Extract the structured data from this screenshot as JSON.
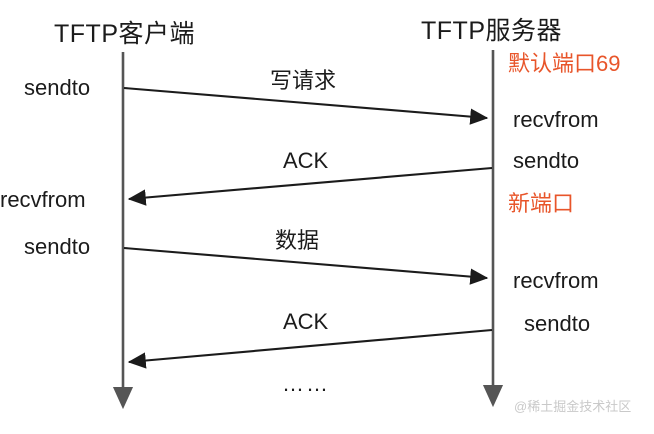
{
  "diagram": {
    "title_client": "TFTP客户端",
    "title_server": "TFTP服务器",
    "accent_color": "#e8552a",
    "line_color": "#4a4a4a",
    "arrow_color": "#1b1b1b",
    "text_color": "#1b1b1b",
    "watermark": "@稀土掘金技术社区",
    "ellipsis": "……"
  },
  "client": {
    "name": "TFTP客户端",
    "calls": [
      {
        "label": "sendto",
        "step": 1
      },
      {
        "label": "recvfrom",
        "step": 2
      },
      {
        "label": "sendto",
        "step": 3
      }
    ]
  },
  "server": {
    "name": "TFTP服务器",
    "annotations": [
      {
        "label": "默认端口69",
        "color": "#e8552a"
      },
      {
        "label": "新端口",
        "color": "#e8552a"
      }
    ],
    "calls": [
      {
        "label": "recvfrom",
        "step": 1
      },
      {
        "label": "sendto",
        "step": 2
      },
      {
        "label": "recvfrom",
        "step": 3
      },
      {
        "label": "sendto",
        "step": 4
      }
    ]
  },
  "messages": [
    {
      "label": "写请求",
      "direction": "client-to-server"
    },
    {
      "label": "ACK",
      "direction": "server-to-client"
    },
    {
      "label": "数据",
      "direction": "client-to-server"
    },
    {
      "label": "ACK",
      "direction": "server-to-client"
    }
  ]
}
